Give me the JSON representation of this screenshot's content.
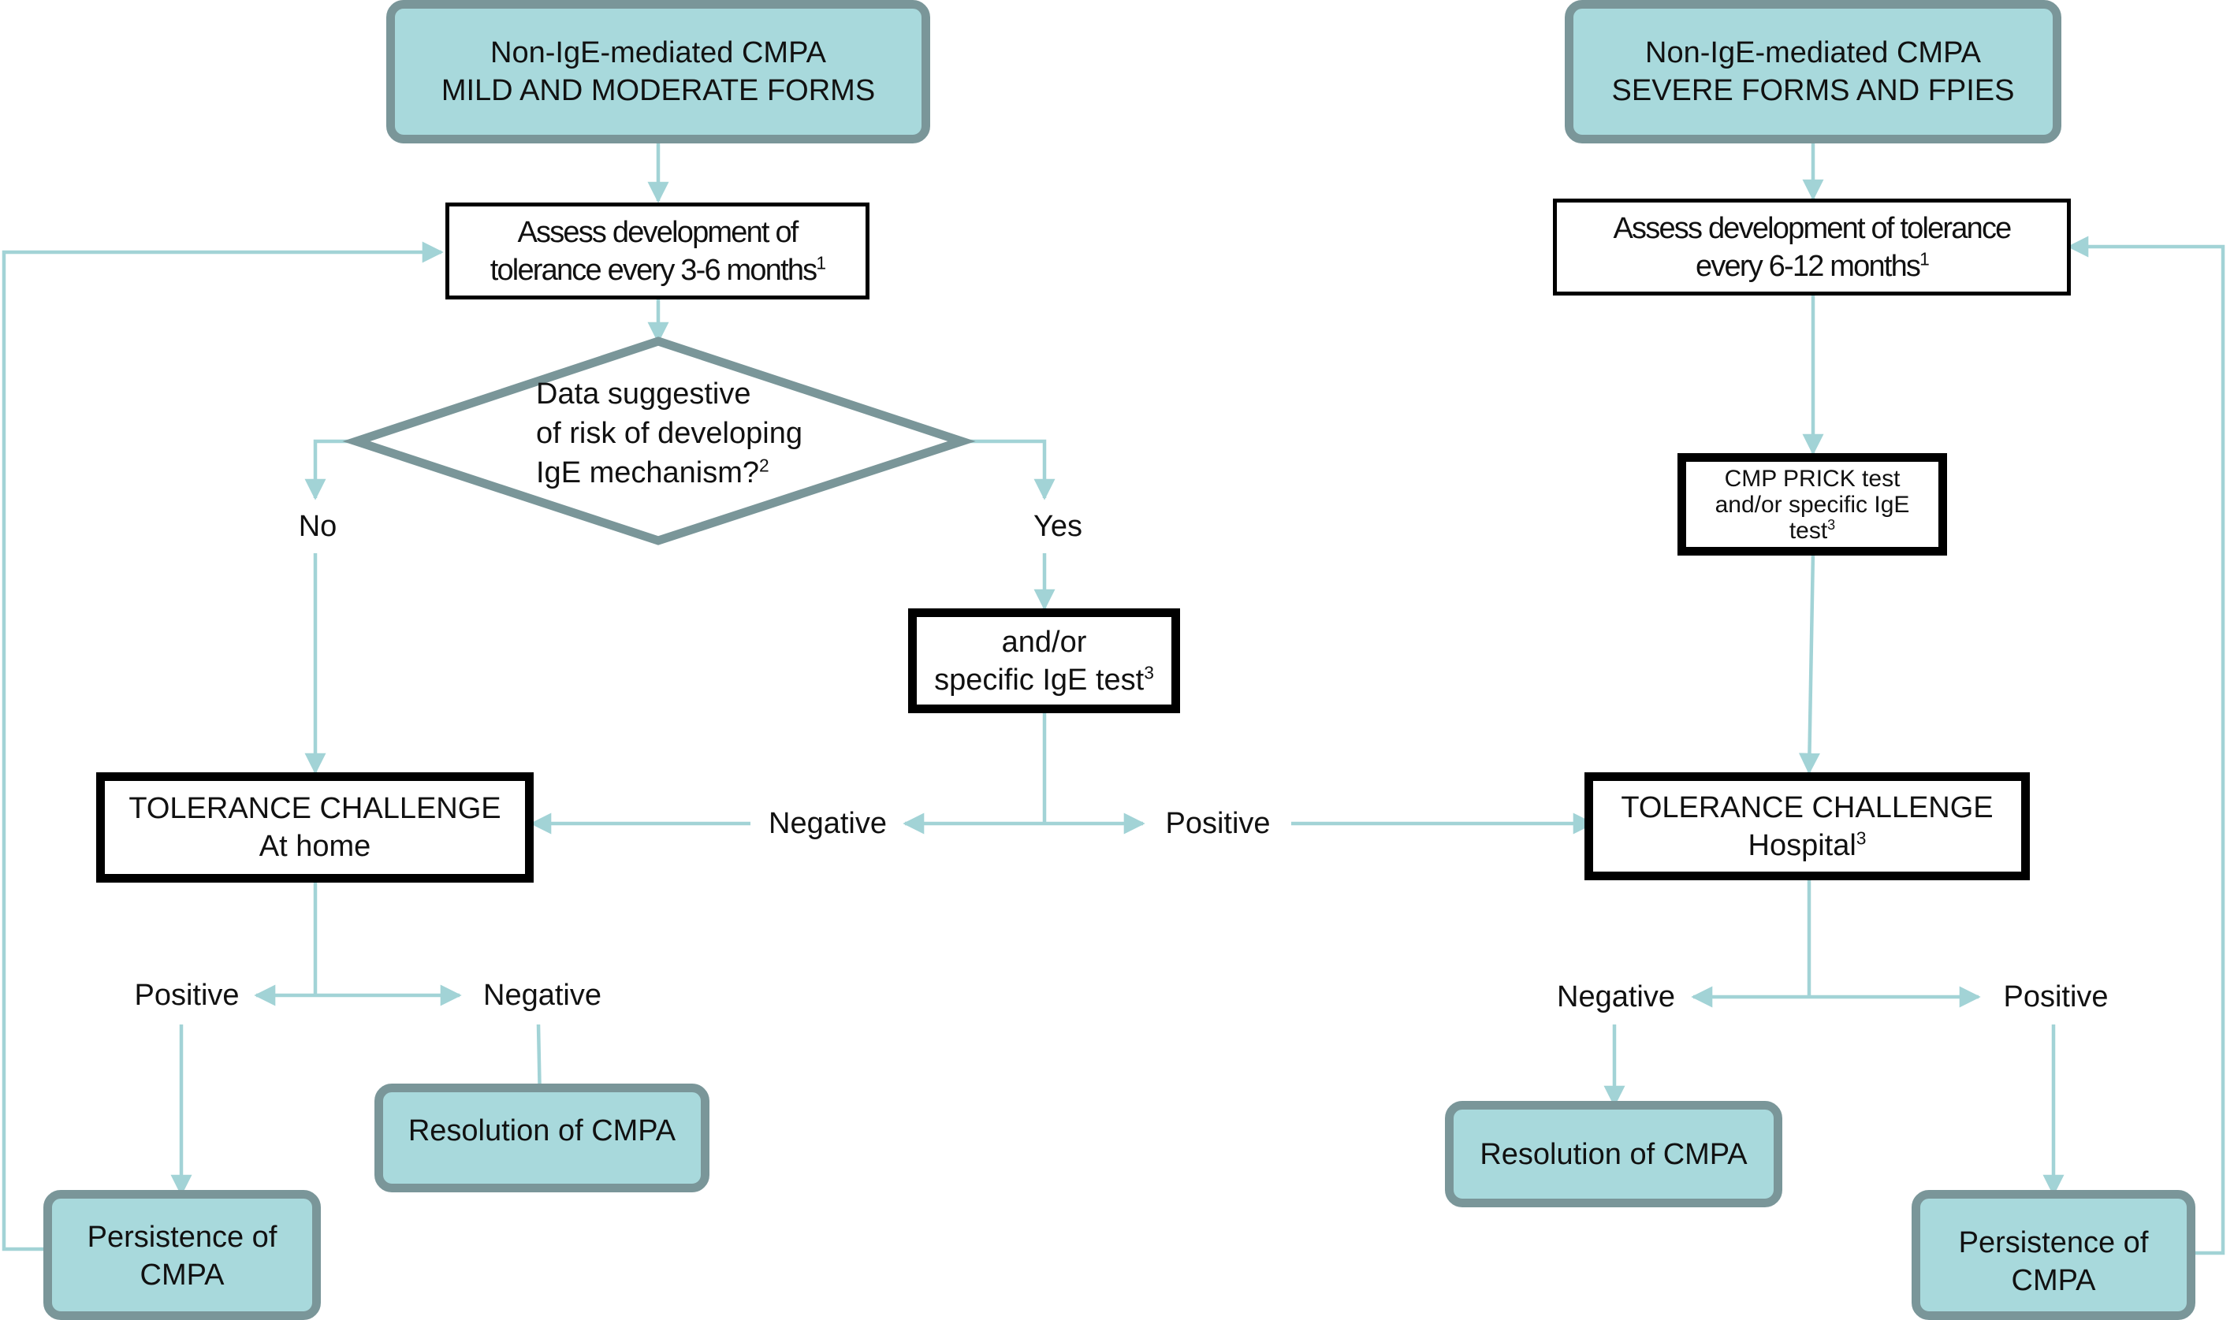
{
  "left": {
    "start": {
      "line1": "Non-IgE-mediated CMPA",
      "line2": "MILD AND MODERATE FORMS"
    },
    "assess": {
      "line1": "Assess development of",
      "line2": "tolerance every 3-6 months",
      "sup": "1"
    },
    "decision": {
      "line1": "Data suggestive",
      "line2": "of risk of developing",
      "line3": "IgE mechanism?",
      "sup": "2"
    },
    "no_label": "No",
    "yes_label": "Yes",
    "test": {
      "line1": "and/or",
      "line2": "specific IgE test",
      "sup": "3"
    },
    "negative_label": "Negative",
    "positive_label": "Positive",
    "challenge": {
      "line1": "TOLERANCE CHALLENGE",
      "line2": "At home"
    },
    "outcome_positive_label": "Positive",
    "outcome_negative_label": "Negative",
    "resolution": "Resolution of CMPA",
    "persistence": {
      "line1": "Persistence of",
      "line2": "CMPA"
    }
  },
  "right": {
    "start": {
      "line1": "Non-IgE-mediated CMPA",
      "line2": "SEVERE FORMS AND FPIES"
    },
    "assess": {
      "line1": "Assess development of tolerance",
      "line2": "every 6-12 months",
      "sup": "1"
    },
    "test": {
      "line1": "CMP PRICK test",
      "line2": "and/or specific IgE",
      "line3": "test",
      "sup": "3"
    },
    "challenge": {
      "line1": "TOLERANCE CHALLENGE",
      "line2": "Hospital",
      "sup": "3"
    },
    "outcome_negative_label": "Negative",
    "outcome_positive_label": "Positive",
    "resolution": "Resolution of CMPA",
    "persistence": {
      "line1": "Persistence of",
      "line2": "CMPA"
    }
  },
  "colors": {
    "node_fill": "#a8d9dc",
    "node_border": "#7a9699",
    "arrow": "#a2d3d6",
    "diamond_border": "#7a9699"
  }
}
